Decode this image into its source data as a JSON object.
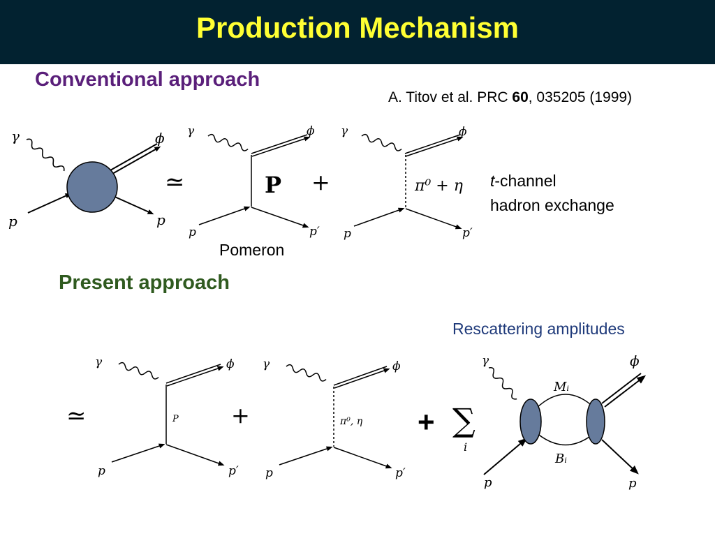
{
  "title": "Production Mechanism",
  "conventional_label": "Conventional approach",
  "reference": {
    "prefix": "A. Titov et al. PRC ",
    "volume": "60",
    "suffix": ", 035205 (1999)"
  },
  "t_channel": {
    "t": "t",
    "rest": "-channel",
    "line2": "hadron exchange"
  },
  "pomeron_label": "Pomeron",
  "present_label": "Present approach",
  "rescattering_label": "Rescattering amplitudes",
  "symbols": {
    "gamma": "γ",
    "phi": "ϕ",
    "p": "p",
    "p_prime": "p′",
    "pomeron_bold": "P",
    "pomeron_small": "P",
    "pi0_eta_top": "π⁰ + η",
    "pi0_eta_bottom": "π⁰,  η",
    "simeq": "≃",
    "plus": "+",
    "sum": "∑",
    "sum_index": "i",
    "M_i": "Mᵢ",
    "B_i": "Bᵢ"
  },
  "colors": {
    "title_bar": "#022230",
    "title_text": "#ffff33",
    "conventional": "#5a1f7a",
    "present": "#2f5a1f",
    "rescattering": "#1f3a7a",
    "blob": "#667b9c"
  }
}
